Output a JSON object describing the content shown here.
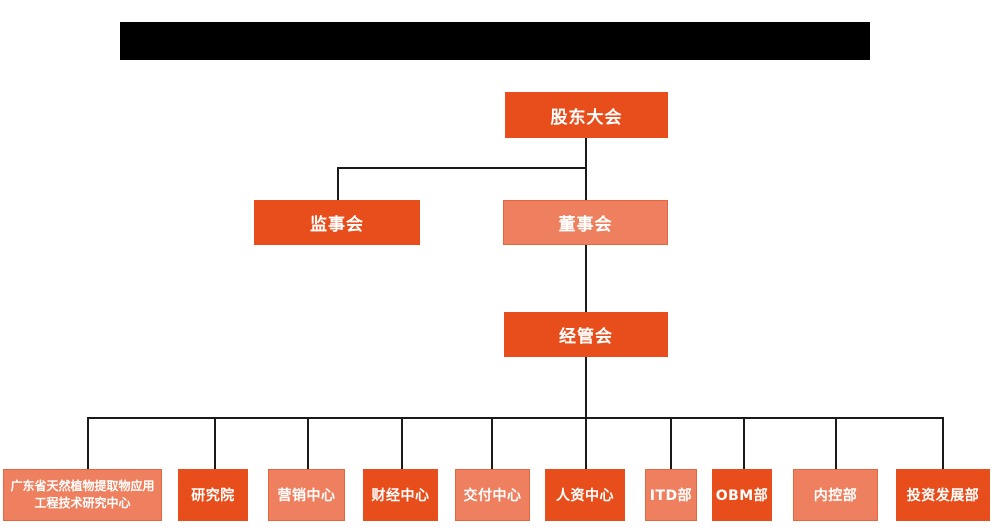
{
  "colors": {
    "primary": "#e84e1c",
    "secondary": "#ef805f",
    "line": "#1a1a1a",
    "redaction": "#000000",
    "background": "#ffffff",
    "node_text": "#ffffff"
  },
  "org_chart": {
    "type": "organization-chart",
    "nodes": {
      "shareholders_meeting": {
        "label": "股东大会",
        "variant": "primary"
      },
      "supervisory_board": {
        "label": "监事会",
        "variant": "primary"
      },
      "board_of_directors": {
        "label": "董事会",
        "variant": "secondary"
      },
      "management_committee": {
        "label": "经管会",
        "variant": "primary"
      },
      "departments": [
        {
          "label": "广东省天然植物提取物应用工程技术研究中心",
          "variant": "secondary"
        },
        {
          "label": "研究院",
          "variant": "primary"
        },
        {
          "label": "营销中心",
          "variant": "secondary"
        },
        {
          "label": "财经中心",
          "variant": "primary"
        },
        {
          "label": "交付中心",
          "variant": "secondary"
        },
        {
          "label": "人资中心",
          "variant": "primary"
        },
        {
          "label": "ITD部",
          "variant": "secondary"
        },
        {
          "label": "OBM部",
          "variant": "primary"
        },
        {
          "label": "内控部",
          "variant": "secondary"
        },
        {
          "label": "投资发展部",
          "variant": "primary"
        }
      ]
    },
    "hierarchy": [
      {
        "parent": "股东大会",
        "children": [
          "监事会",
          "董事会"
        ]
      },
      {
        "parent": "董事会",
        "children": [
          "经管会"
        ]
      },
      {
        "parent": "经管会",
        "children": [
          "广东省天然植物提取物应用工程技术研究中心",
          "研究院",
          "营销中心",
          "财经中心",
          "交付中心",
          "人资中心",
          "ITD部",
          "OBM部",
          "内控部",
          "投资发展部"
        ]
      }
    ]
  }
}
